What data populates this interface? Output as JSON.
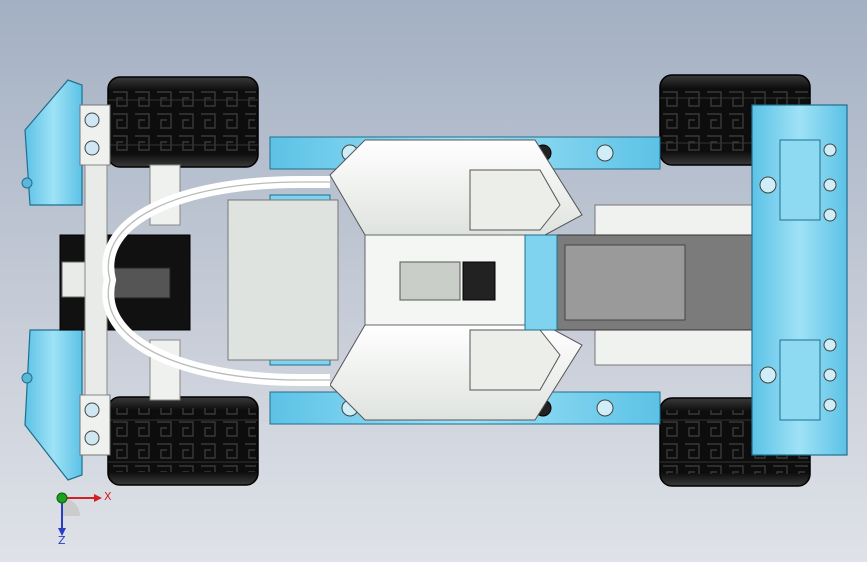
{
  "viewport": {
    "background_top": "#a3b0c3",
    "background_bottom": "#dfe2e8",
    "view": "top",
    "model": "lego-technic-race-car"
  },
  "colors": {
    "technic_blue": "#7fd3ee",
    "technic_blue_dark": "#3d9fc6",
    "white_part": "#f2f4f2",
    "light_gray": "#d8dcd8",
    "dark_gray": "#6e6e6e",
    "tire": "#141414",
    "brown_knob": "#7a4a2a",
    "x_axis": "#d42020",
    "y_axis": "#19a31c",
    "z_axis": "#2a3ec4"
  },
  "triad": {
    "x_label": "X",
    "z_label": "Z"
  }
}
